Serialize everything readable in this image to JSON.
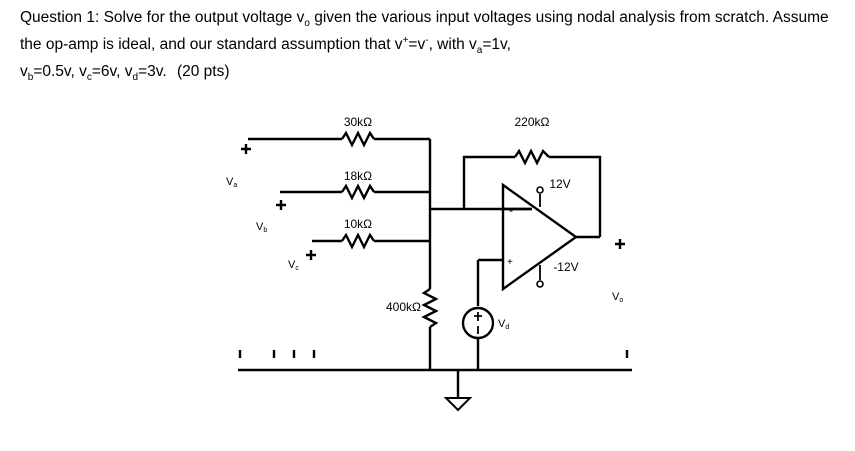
{
  "question": {
    "number": "Question 1:",
    "prompt_pre": "Solve for the output voltage v",
    "prompt_mid1": " given the various input voltages using nodal analysis from scratch.  Assume the op-amp is ideal, and our standard assumption that v",
    "prompt_mid2": "=v",
    "prompt_mid3": ", with v",
    "prompt_va": "=1v,",
    "vb": "v",
    "vb_value": "=0.5v, v",
    "vc_value": "=6v, v",
    "vd_value": "=3v.",
    "points": "(20 pts)"
  },
  "circuit": {
    "resistors": {
      "r1": "30kΩ",
      "r2": "18kΩ",
      "r3": "10kΩ",
      "r4": "400kΩ",
      "rf": "220kΩ"
    },
    "supply_pos": "12V",
    "supply_neg": "-12V",
    "opamp_minus": "-",
    "opamp_plus": "+",
    "source_label": "V",
    "source_sub": "d",
    "inputs": {
      "va": "V",
      "va_sub": "a",
      "vb": "V",
      "vb_sub": "b",
      "vc": "V",
      "vc_sub": "c"
    },
    "output": {
      "label": "V",
      "sub": "o"
    },
    "plus_sign": "+",
    "minus_sign": "-"
  }
}
